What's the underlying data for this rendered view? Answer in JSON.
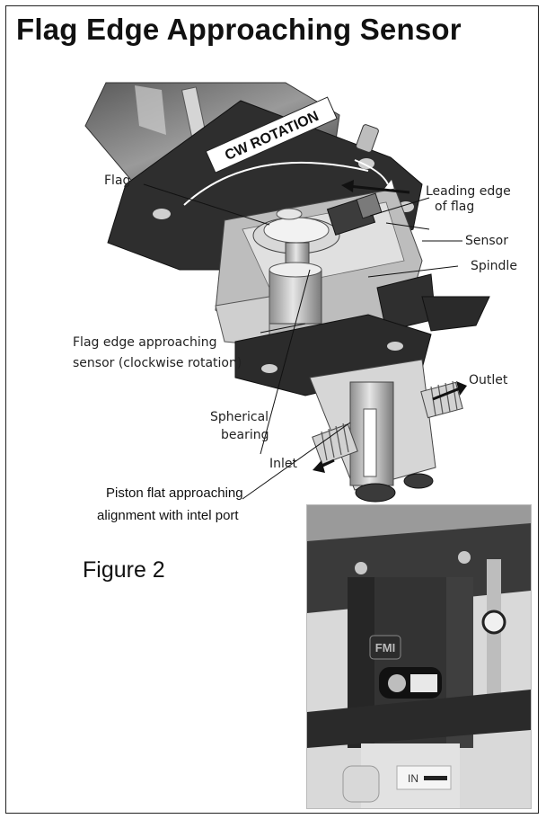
{
  "page": {
    "title": "Flag Edge Approaching Sensor",
    "figure_label": "Figure 2"
  },
  "diagram": {
    "rotation_label": "CW ROTATION",
    "labels": {
      "flag": "Flag",
      "leading_edge_1": "Leading edge",
      "leading_edge_2": "of flag",
      "sensor": "Sensor",
      "spindle": "Spindle",
      "flag_edge_1": "Flag edge approaching",
      "flag_edge_2": "sensor (clockwise rotation)",
      "outlet": "Outlet",
      "spherical_1": "Spherical",
      "spherical_2": "bearing",
      "inlet": "Inlet",
      "piston_1": "Piston flat approaching",
      "piston_2": "alignment with intel port"
    }
  },
  "photo": {
    "brand": "FMI",
    "port_label": "IN"
  },
  "colors": {
    "metal_light": "#d9d9d9",
    "metal_mid": "#a6a6a6",
    "metal_dark": "#4a4a4a",
    "plate": "#2b2b2b"
  }
}
